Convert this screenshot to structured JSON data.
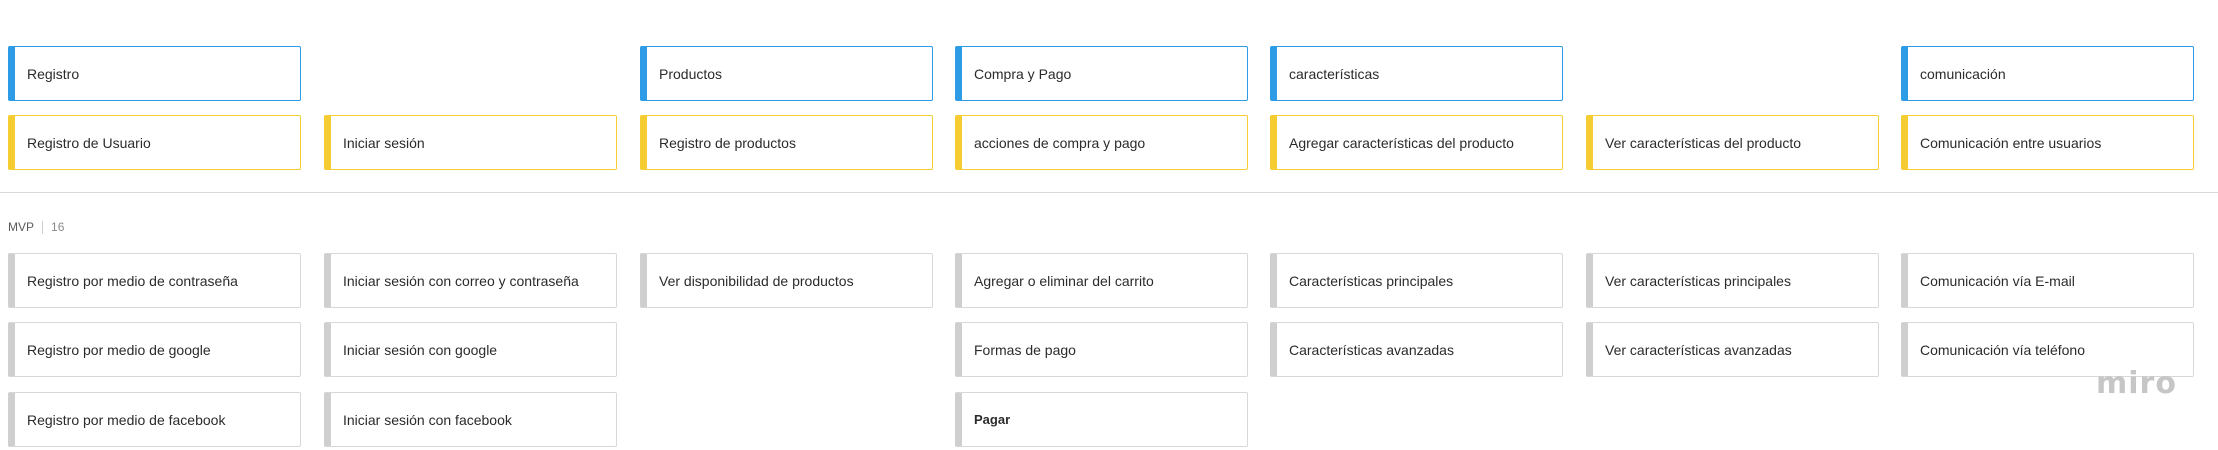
{
  "activities": [
    {
      "column": 1,
      "label": "Registro"
    },
    {
      "column": 3,
      "label": "Productos"
    },
    {
      "column": 4,
      "label": "Compra y Pago"
    },
    {
      "column": 5,
      "label": "características"
    },
    {
      "column": 7,
      "label": "comunicación"
    }
  ],
  "steps": [
    "Registro de Usuario",
    "Iniciar sesión",
    "Registro de productos",
    "acciones de compra y pago",
    "Agregar características del producto",
    "Ver características del producto",
    "Comunicación entre usuarios"
  ],
  "release": {
    "name": "MVP",
    "count": "16"
  },
  "stories": {
    "registro": [
      "Registro por medio de contraseña",
      "Registro por medio de google",
      "Registro por medio de facebook"
    ],
    "iniciar_sesion": [
      "Iniciar sesión con correo y contraseña",
      "Iniciar sesión con google",
      "Iniciar sesión con facebook"
    ],
    "productos": [
      "Ver disponibilidad de productos"
    ],
    "compra_pago": [
      "Agregar o eliminar del carrito",
      "Formas de pago",
      "Pagar"
    ],
    "agregar_caracteristicas": [
      "Características principales",
      "Características avanzadas"
    ],
    "ver_caracteristicas": [
      "Ver características principales",
      "Ver características avanzadas"
    ],
    "comunicacion": [
      "Comunicación vía E-mail",
      "Comunicación vía teléfono"
    ]
  },
  "logo": {
    "text": "miro",
    "color": "#c6c6c6"
  },
  "colors": {
    "activity": "#2d9be6",
    "step": "#f5cc32",
    "story": "#cfcfcf"
  }
}
